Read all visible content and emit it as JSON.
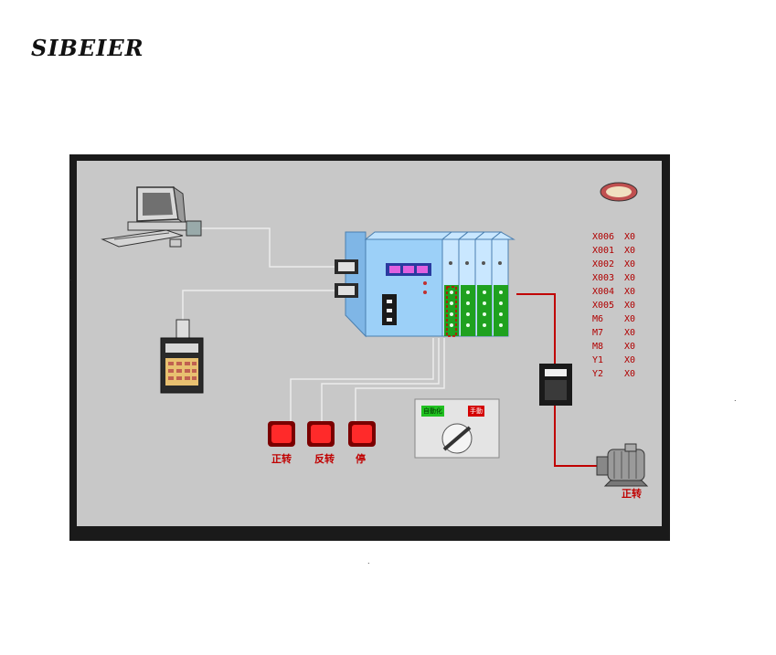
{
  "brand": {
    "text": "SIBEIER"
  },
  "buttons": [
    {
      "label": "正转",
      "color": "#d40000"
    },
    {
      "label": "反转",
      "color": "#d40000"
    },
    {
      "label": "停",
      "color": "#d40000"
    }
  ],
  "selector": {
    "left_label": "自動化",
    "right_label": "手動",
    "left_color": "#20c020",
    "right_color": "#d40000"
  },
  "motor": {
    "label": "正转"
  },
  "io_table": [
    {
      "addr": "X006",
      "val": "X0"
    },
    {
      "addr": "X001",
      "val": "X0"
    },
    {
      "addr": "X002",
      "val": "X0"
    },
    {
      "addr": "X003",
      "val": "X0"
    },
    {
      "addr": "X004",
      "val": "X0"
    },
    {
      "addr": "X005",
      "val": "X0"
    },
    {
      "addr": "M6",
      "val": "X0"
    },
    {
      "addr": "M7",
      "val": "X0"
    },
    {
      "addr": "M8",
      "val": "X0"
    },
    {
      "addr": "Y1",
      "val": "X0"
    },
    {
      "addr": "Y2",
      "val": "X0"
    }
  ],
  "stray_marks": [
    ".",
    ".",
    "."
  ],
  "colors": {
    "panel_bg": "#c8c8c8",
    "wire": "#e8e8e8",
    "red_wire": "#c00000",
    "plc_blue": "#8fc4f0",
    "io_green": "#1fa11f"
  }
}
